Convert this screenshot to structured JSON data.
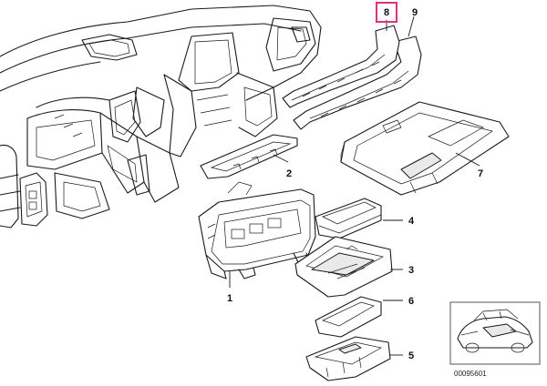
{
  "diagram": {
    "callouts": {
      "c1": "1",
      "c2": "2",
      "c3": "3",
      "c4": "4",
      "c5": "5",
      "c6": "6",
      "c7": "7",
      "c8": "8",
      "c9": "9"
    },
    "highlighted_callout": "8",
    "highlight_color": "#e0307a",
    "reference_number": "00095601"
  }
}
